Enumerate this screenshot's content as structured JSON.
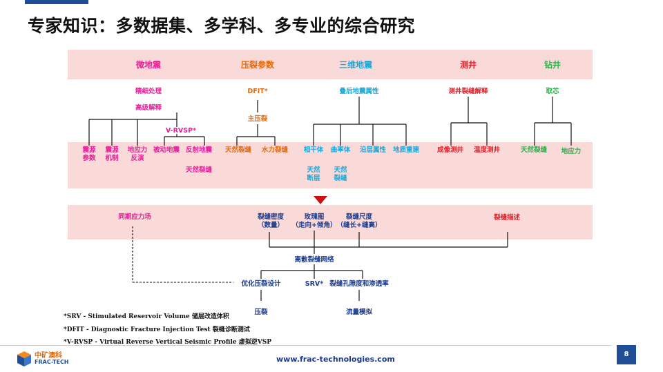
{
  "title": "专家知识：多数据集、多学科、多专业的综合研究",
  "headers": {
    "micro": "微地震",
    "frac": "压裂参数",
    "seis3d": "三维地震",
    "logging": "测井",
    "drill": "钻井"
  },
  "micro": {
    "proc": "精细处理",
    "res": "高级解释",
    "vrvsp": "V-RVSP*",
    "src_param": "震源\n参数",
    "src_mech": "震源\n机制",
    "stress_inv": "地应力\n反演",
    "passive": "被动地震",
    "reflect": "反射地震",
    "natfrac": "天然裂缝"
  },
  "frac": {
    "dfit": "DFIT*",
    "main": "主压裂",
    "nat": "天然裂缝",
    "hydro": "水力裂缝"
  },
  "seis": {
    "attr": "叠后地震属性",
    "coh": "相干体",
    "curv": "曲率体",
    "strat": "沿层属性",
    "rebuild": "地质重建",
    "fault": "天然\n断层",
    "crack": "天然\n裂缝"
  },
  "log": {
    "interp": "测井裂缝解释",
    "img": "成像测井",
    "temp": "温度测井"
  },
  "drill": {
    "core": "取芯",
    "nat": "天然裂缝",
    "stress": "地应力"
  },
  "mid": {
    "field": "同期应力场",
    "density": "裂缝密度\n（数量）",
    "rose": "玫瑰图\n（走向+倾角）",
    "size": "裂缝尺度\n（缝长+缝高）",
    "desc": "裂缝描述"
  },
  "bottom": {
    "dfn": "离散裂缝网络",
    "optim": "优化压裂设计",
    "srv": "SRV*",
    "poro": "裂缝孔隙度和渗透率",
    "fracturing": "压裂",
    "flow": "流量模拟"
  },
  "notes": [
    "*SRV - Stimulated Reservoir Volume 储层改造体积",
    "*DFIT - Diagnostic Fracture Injection Test 裂缝诊断测试",
    "*V-RVSP - Virtual Reverse Vertical Seismic Profile 虚拟逆VSP"
  ],
  "footer": {
    "logo_cn": "中矿澳科",
    "logo_en": "FRAC-TECH",
    "url": "www.frac-technologies.com",
    "page": "8"
  },
  "colors": {
    "band": "#fad9d9",
    "navy": "#1b3a8c",
    "magenta": "#e8209a",
    "orange": "#e06a10",
    "cyan": "#1aa9d8",
    "red": "#e0202a",
    "green": "#2ab34a"
  }
}
